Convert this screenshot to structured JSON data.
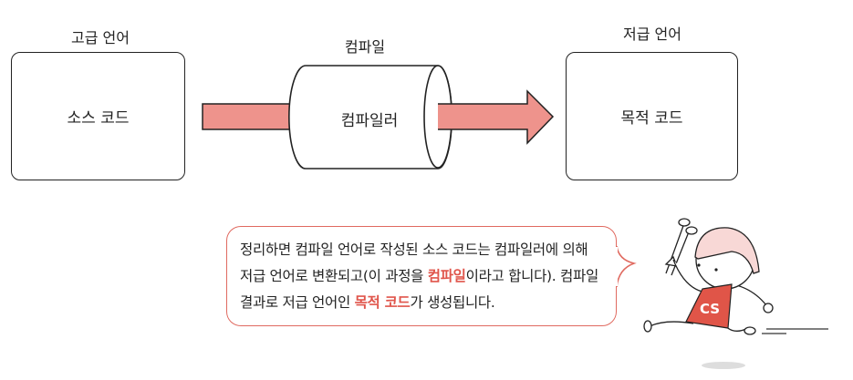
{
  "diagram": {
    "source": {
      "heading": "고급 언어",
      "label": "소스 코드"
    },
    "compiler": {
      "heading": "컴파일",
      "label": "컴파일러"
    },
    "target": {
      "heading": "저급 언어",
      "label": "목적 코드"
    }
  },
  "note": {
    "t1": "정리하면 컴파일 언어로 작성된 소스 코드는 컴파일러에 의해 저급 언어로 변환되고(이 과정을 ",
    "h1": "컴파일",
    "t2": "이라고 합니다). 컴파일 결과로 저급 언어인 ",
    "h2": "목적 코드",
    "t3": "가 생성됩니다."
  },
  "mascot": {
    "shirt_text": "CS"
  },
  "colors": {
    "arrow": "#ee938c",
    "accent": "#e0554b",
    "shirt": "#e05548",
    "helmet": "#f8d8d6"
  }
}
